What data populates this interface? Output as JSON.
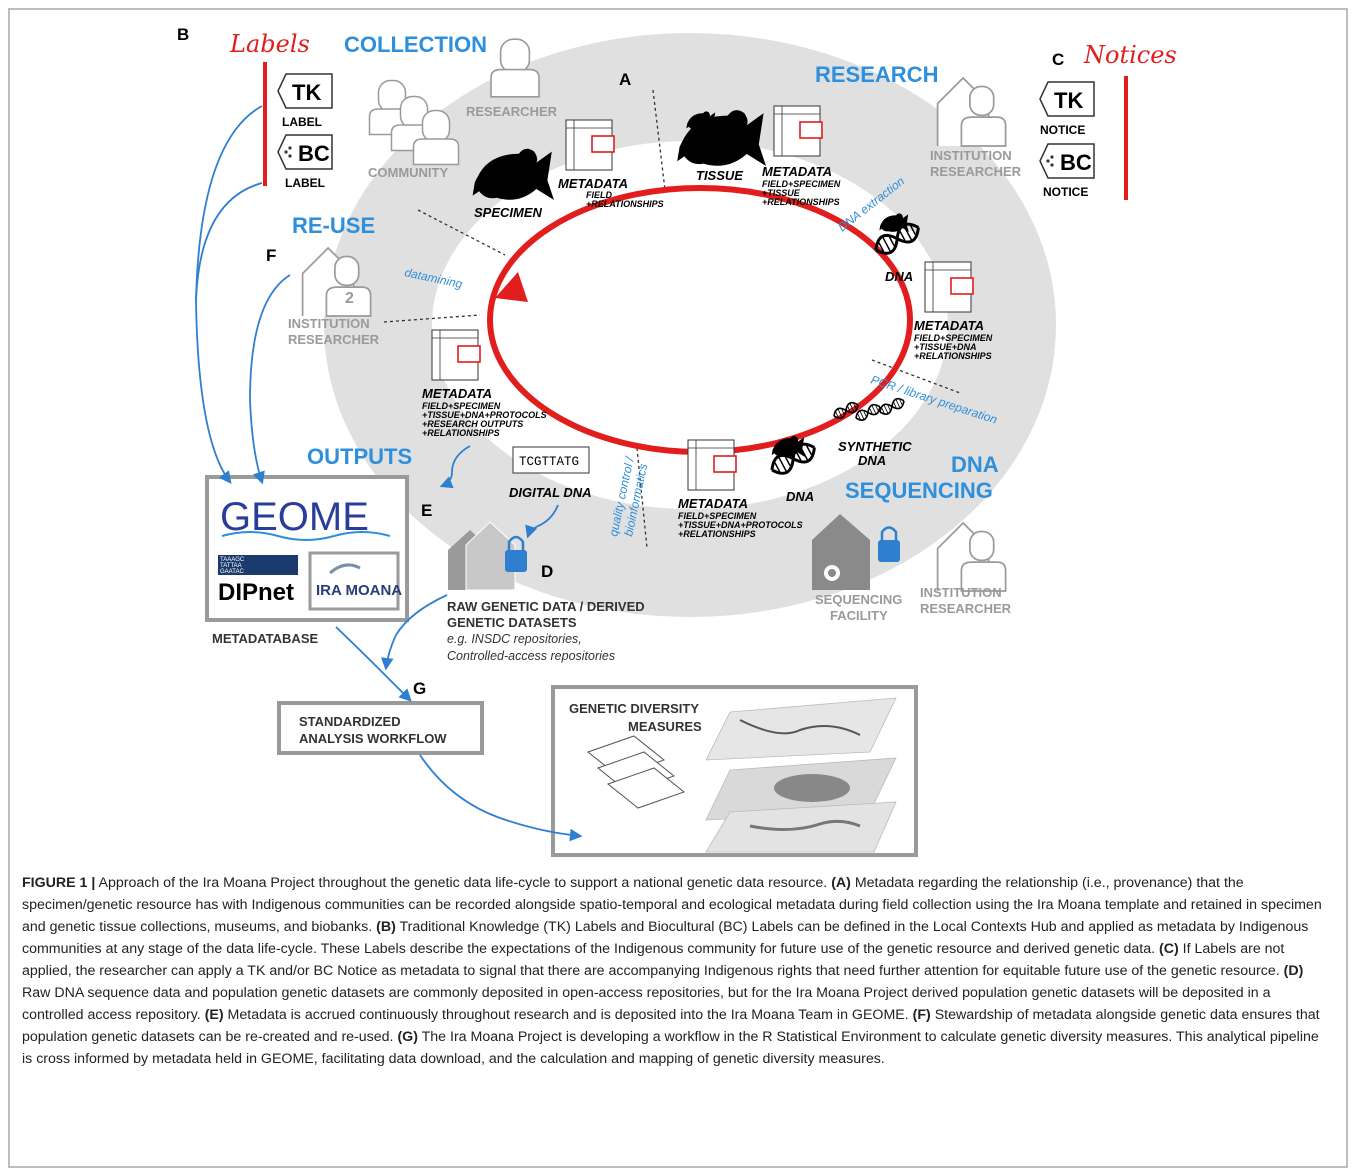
{
  "panels": {
    "A": "A",
    "B": "B",
    "C": "C",
    "D": "D",
    "E": "E",
    "F": "F",
    "G": "G"
  },
  "labels_b": {
    "script": "Labels",
    "tk": "TK",
    "tk_sub": "LABEL",
    "bc": "BC",
    "bc_sub": "LABEL"
  },
  "notices_c": {
    "script": "Notices",
    "tk": "TK",
    "tk_sub": "NOTICE",
    "bc": "BC",
    "bc_sub": "NOTICE"
  },
  "stages": {
    "collection": "COLLECTION",
    "research": "RESEARCH",
    "reuse": "RE-USE",
    "outputs": "OUTPUTS",
    "dna": "DNA",
    "sequencing": "SEQUENCING"
  },
  "actors": {
    "researcher": "RESEARCHER",
    "community": "COMMUNITY",
    "institution": "INSTITUTION",
    "institution_researcher": "RESEARCHER",
    "reuse_institution": "INSTITUTION",
    "reuse_researcher": "RESEARCHER",
    "reuse_number": "2",
    "seq_facility_1": "SEQUENCING",
    "seq_facility_2": "FACILITY",
    "seq_institution": "INSTITUTION",
    "seq_researcher": "RESEARCHER"
  },
  "cycle": {
    "specimen": "SPECIMEN",
    "meta1_title": "METADATA",
    "meta1_l1": "FIELD",
    "meta1_l2": "+RELATIONSHIPS",
    "tissue": "TISSUE",
    "meta2_title": "METADATA",
    "meta2_l1": "FIELD+SPECIMEN",
    "meta2_l2": "+TISSUE",
    "meta2_l3": "+RELATIONSHIPS",
    "dna_extraction": "DNA extraction",
    "dna1": "DNA",
    "meta3_title": "METADATA",
    "meta3_l1": "FIELD+SPECIMEN",
    "meta3_l2": "+TISSUE+DNA",
    "meta3_l3": "+RELATIONSHIPS",
    "pcr": "PCR / library preparation",
    "synthetic1": "SYNTHETIC",
    "synthetic2": "DNA",
    "dna2": "DNA",
    "meta4_title": "METADATA",
    "meta4_l1": "FIELD+SPECIMEN",
    "meta4_l2": "+TISSUE+DNA+PROTOCOLS",
    "meta4_l3": "+RELATIONSHIPS",
    "qc1": "quality control /",
    "qc2": "bioinformatics",
    "seq_box": "TCGTTATG",
    "digital_dna": "DIGITAL DNA",
    "meta5_title": "METADATA",
    "meta5_l1": "FIELD+SPECIMEN",
    "meta5_l2": "+TISSUE+DNA+PROTOCOLS",
    "meta5_l3": "+RESEARCH OUTPUTS",
    "meta5_l4": "+RELATIONSHIPS",
    "datamining": "datamining"
  },
  "metadatabase": {
    "geome": "GEOME",
    "dipnet": "DIPnet",
    "dip_seq1": "TAAAGC",
    "dip_seq2": "TATTAA",
    "dip_seq3": "GAATAC",
    "ira": "IRA MOANA",
    "label": "METADATABASE"
  },
  "repos": {
    "line1": "RAW GENETIC DATA / DERIVED",
    "line2": "GENETIC DATASETS",
    "line3": "e.g. INSDC repositories,",
    "line4": "Controlled-access repositories"
  },
  "workflow": {
    "line1": "STANDARDIZED",
    "line2": "ANALYSIS WORKFLOW"
  },
  "diversity": {
    "line1": "GENETIC DIVERSITY",
    "line2": "MEASURES"
  },
  "caption": {
    "fig": "FIGURE 1 |",
    "intro": " Approach of the Ira Moana Project throughout the genetic data life-cycle to support a national genetic data resource. ",
    "a_tag": "(A)",
    "a_text": " Metadata regarding the relationship (i.e., provenance) that the specimen/genetic resource has with Indigenous communities can be recorded alongside spatio-temporal and ecological metadata during field collection using the Ira Moana template and retained in specimen and genetic tissue collections, museums, and biobanks. ",
    "b_tag": "(B)",
    "b_text": " Traditional Knowledge (TK) Labels and Biocultural (BC) Labels can be defined in the Local Contexts Hub and applied as metadata by Indigenous communities at any stage of the data life-cycle. These Labels describe the expectations of the Indigenous community for future use of the genetic resource and derived genetic data. ",
    "c_tag": "(C)",
    "c_text": " If Labels are not applied, the researcher can apply a TK and/or BC Notice as metadata to signal that there are accompanying Indigenous rights that need further attention for equitable future use of the genetic resource. ",
    "d_tag": "(D)",
    "d_text": " Raw DNA sequence data and population genetic datasets are commonly deposited in open-access repositories, but for the Ira Moana Project derived population genetic datasets will be deposited in a controlled access repository. ",
    "e_tag": "(E)",
    "e_text": " Metadata is accrued continuously throughout research and is deposited into the Ira Moana Team in GEOME. ",
    "f_tag": "(F)",
    "f_text": " Stewardship of metadata alongside genetic data ensures that population genetic datasets can be re-created and re-used. ",
    "g_tag": "(G)",
    "g_text": " The Ira Moana Project is developing a workflow in the R Statistical Environment to calculate genetic diversity measures. This analytical pipeline is cross informed by metadata held in GEOME, facilitating data download, and the calculation and mapping of genetic diversity measures."
  }
}
